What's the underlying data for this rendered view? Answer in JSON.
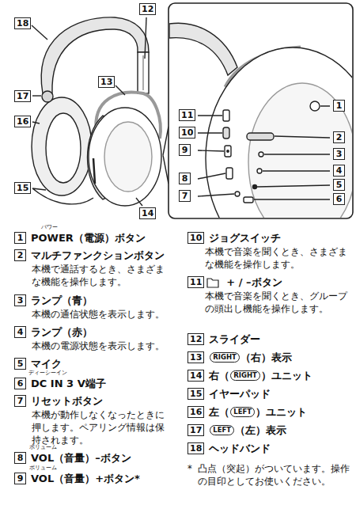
{
  "diagram": {
    "labels": [
      "18",
      "12",
      "13",
      "17",
      "16",
      "15",
      "14",
      "1",
      "11",
      "2",
      "10",
      "3",
      "9",
      "4",
      "8",
      "5",
      "7",
      "6",
      "1",
      "パワー",
      "POWER（電源）ボタン",
      "2",
      "マルチファンクションボタン",
      "本機で通話するとき、さまざまな機能を操作します。",
      "3",
      "ランプ（青）",
      "本機の通信状態を表示します。",
      "4",
      "ランプ（赤）",
      "本機の電源状態を表示します。",
      "5",
      "マイク",
      "6",
      "ディーシーイン",
      "DC IN 3 V端子",
      "7",
      "リセットボタン",
      "本機が動作しなくなったときに押します。ペアリング情報は保持されます。",
      "8",
      "ボリューム",
      "VOL（音量）–ボタン",
      "9",
      "ボリューム",
      "VOL（音量）+ボタン*",
      "10",
      "ジョグスイッチ",
      "本機で音楽を聞くとき、さまざまな機能を操作します。",
      "11",
      "+ / –ボタン",
      "本機で音楽を聞くとき、グループの頭出し機能を操作します。",
      "12",
      "スライダー",
      "13",
      "RIGHT",
      "（右）表示",
      "14",
      "右（",
      "RIGHT",
      "）ユニット",
      "15",
      "イヤーパッド",
      "16",
      "左（",
      "LEFT",
      "）ユニット",
      "17",
      "LEFT",
      "（左）表示",
      "18",
      "ヘッドバンド",
      "*",
      "凸点（突起）がついています。操作の目印としてお使いください。"
    ]
  }
}
